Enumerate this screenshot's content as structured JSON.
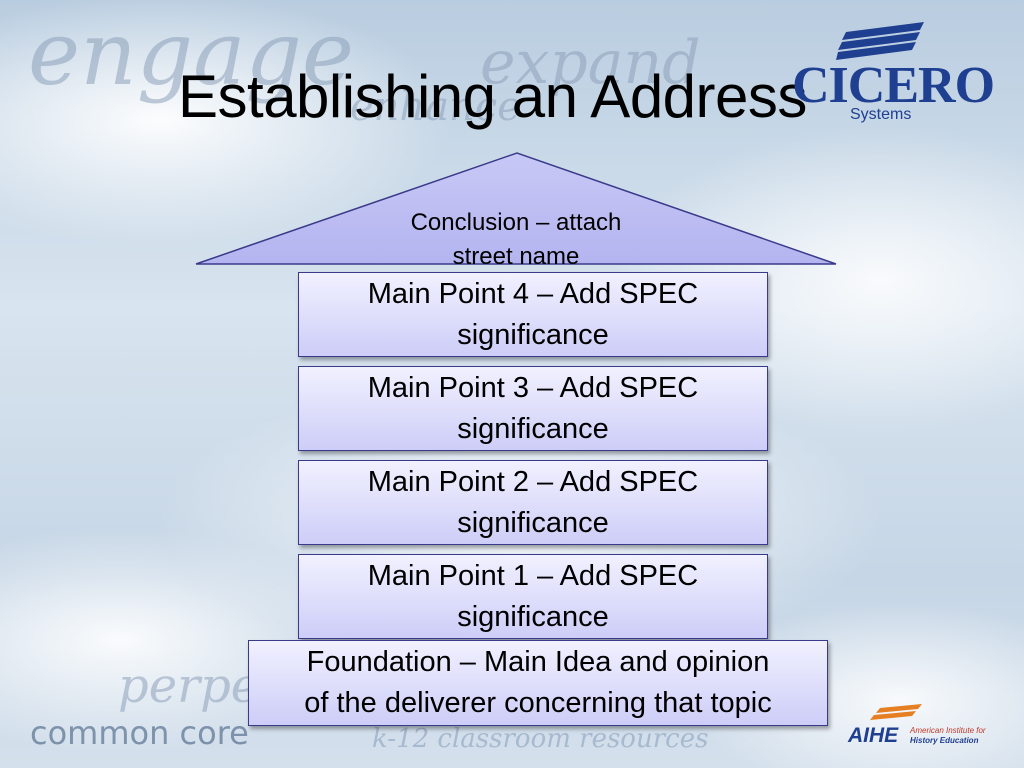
{
  "slide": {
    "title": "Establishing an Address",
    "watermarks": {
      "engage": "engage",
      "expand": "expand",
      "enhance": "enhance",
      "perspective": "perpe",
      "common_core": "common core",
      "k12": "k-12 classroom resources"
    }
  },
  "logos": {
    "cicero": {
      "name": "CICERO",
      "sub": "Systems",
      "icon": "cicero-stripes-icon",
      "color": "#1f3f91"
    },
    "aihe": {
      "name": "AIHE",
      "line1": "American Institute for",
      "line2": "History Education",
      "icon": "aihe-stripes-icon",
      "accent": "#e67e22"
    }
  },
  "diagram": {
    "roof": {
      "line1": "Conclusion – attach",
      "line2": "street name"
    },
    "main_points": [
      {
        "line1": "Main Point 4 – Add SPEC",
        "line2": "significance"
      },
      {
        "line1": "Main Point 3 – Add SPEC",
        "line2": "significance"
      },
      {
        "line1": "Main Point 2 – Add SPEC",
        "line2": "significance"
      },
      {
        "line1": "Main Point 1 – Add SPEC",
        "line2": "significance"
      }
    ],
    "foundation": {
      "line1": "Foundation – Main Idea and opinion",
      "line2": "of the deliverer concerning that topic"
    },
    "colors": {
      "fill_top": "#f1f1ff",
      "fill_bottom": "#cdcdf8",
      "border": "#3a3a8a"
    }
  }
}
